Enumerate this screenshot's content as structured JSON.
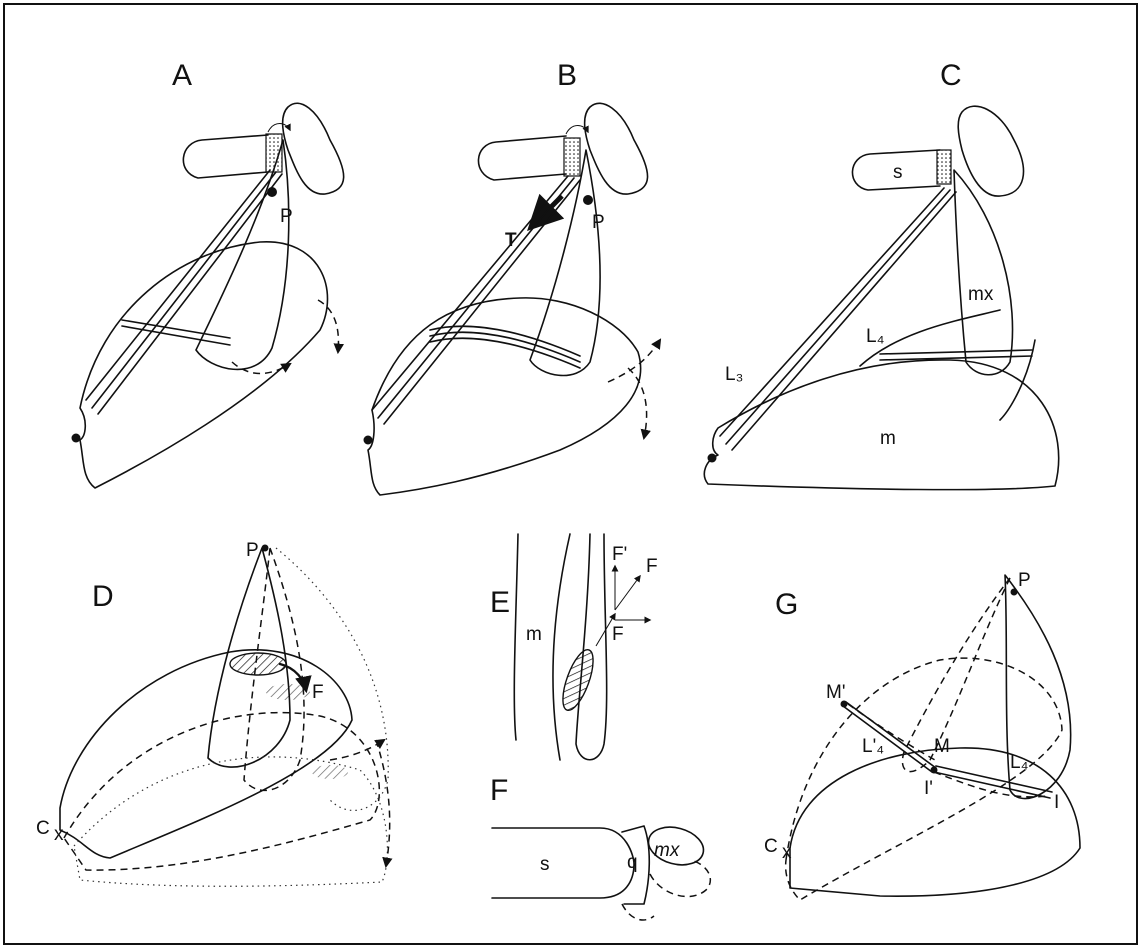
{
  "panels": {
    "A": {
      "title": "A",
      "labels": {
        "p": "P"
      }
    },
    "B": {
      "title": "B",
      "labels": {
        "t": "T",
        "p": "P"
      }
    },
    "C": {
      "title": "C",
      "labels": {
        "s": "s",
        "mx": "mx",
        "l3": "L₃",
        "l4": "L₄",
        "m": "m"
      }
    },
    "D": {
      "title": "D",
      "labels": {
        "p": "P",
        "f": "F",
        "c": "C",
        "x": "x"
      }
    },
    "E": {
      "title": "E",
      "labels": {
        "m": "m",
        "f_prime": "F'",
        "f_top": "F",
        "f_bottom": "F"
      }
    },
    "F": {
      "title": "F",
      "labels": {
        "s": "s",
        "q": "q",
        "mx": "mx"
      }
    },
    "G": {
      "title": "G",
      "labels": {
        "p": "P",
        "m_prime": "M'",
        "l4_prime": "L'₄",
        "m": "M",
        "l4": "L₄",
        "i_prime": "I'",
        "i": "I",
        "c": "C",
        "x": "x"
      }
    }
  }
}
